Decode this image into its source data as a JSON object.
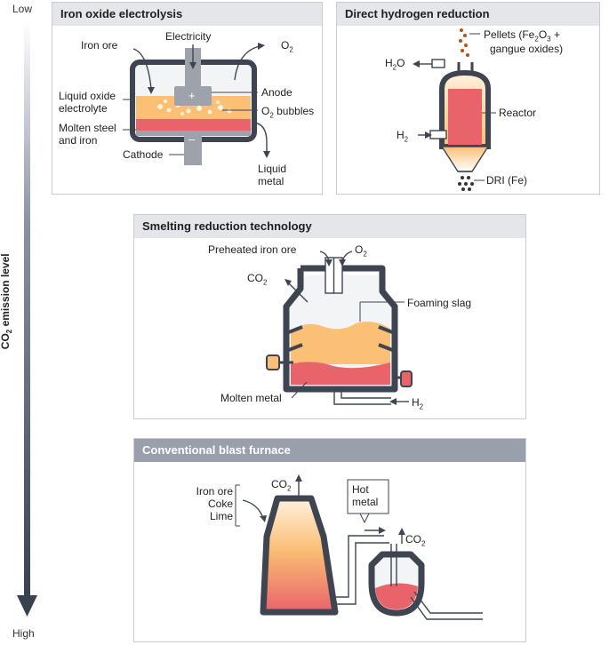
{
  "axis": {
    "low": "Low",
    "high": "High",
    "label_prefix": "CO",
    "label_sub": "2",
    "label_suffix": " emission level"
  },
  "panels": {
    "electrolysis": {
      "title": "Iron oxide electrolysis",
      "labels": {
        "iron_ore": "Iron ore",
        "electricity": "Electricity",
        "o2": "O",
        "o2_sub": "2",
        "liquid_oxide_electrolyte": "Liquid oxide\nelectrolyte",
        "anode": "Anode",
        "o2_bubbles_prefix": "O",
        "o2_bubbles_sub": "2",
        "o2_bubbles_suffix": " bubbles",
        "molten_steel_iron": "Molten steel\nand iron",
        "cathode": "Cathode",
        "liquid_metal": "Liquid\nmetal",
        "plus": "+",
        "minus": "–"
      }
    },
    "hydrogen": {
      "title": "Direct hydrogen reduction",
      "labels": {
        "pellets_line1_a": "Pellets (Fe",
        "pellets_sub1": "2",
        "pellets_line1_b": "O",
        "pellets_sub2": "3",
        "pellets_line1_c": " +",
        "pellets_line2": "gangue oxides)",
        "h2o_a": "H",
        "h2o_sub": "2",
        "h2o_b": "O",
        "reactor": "Reactor",
        "h2_a": "H",
        "h2_sub": "2",
        "dri": "DRI (Fe)"
      }
    },
    "smelting": {
      "title": "Smelting reduction technology",
      "labels": {
        "preheated_iron_ore": "Preheated iron ore",
        "o2_a": "O",
        "o2_sub": "2",
        "co2_a": "CO",
        "co2_sub": "2",
        "foaming_slag": "Foaming slag",
        "molten_metal": "Molten metal",
        "h2_a": "H",
        "h2_sub": "2"
      }
    },
    "blast": {
      "title": "Conventional blast furnace",
      "labels": {
        "inputs": "Iron ore\nCoke\nLime",
        "co2_top_a": "CO",
        "co2_top_sub": "2",
        "hot_metal": "Hot\nmetal",
        "co2_right_a": "CO",
        "co2_right_sub": "2"
      }
    }
  },
  "colors": {
    "header_light": "#e4e6ea",
    "header_dark": "#9aa0ab",
    "vessel": "#3e4551",
    "slag": "#fbbf76",
    "metal": "#e8636a",
    "electrode": "#9ea3ab"
  }
}
